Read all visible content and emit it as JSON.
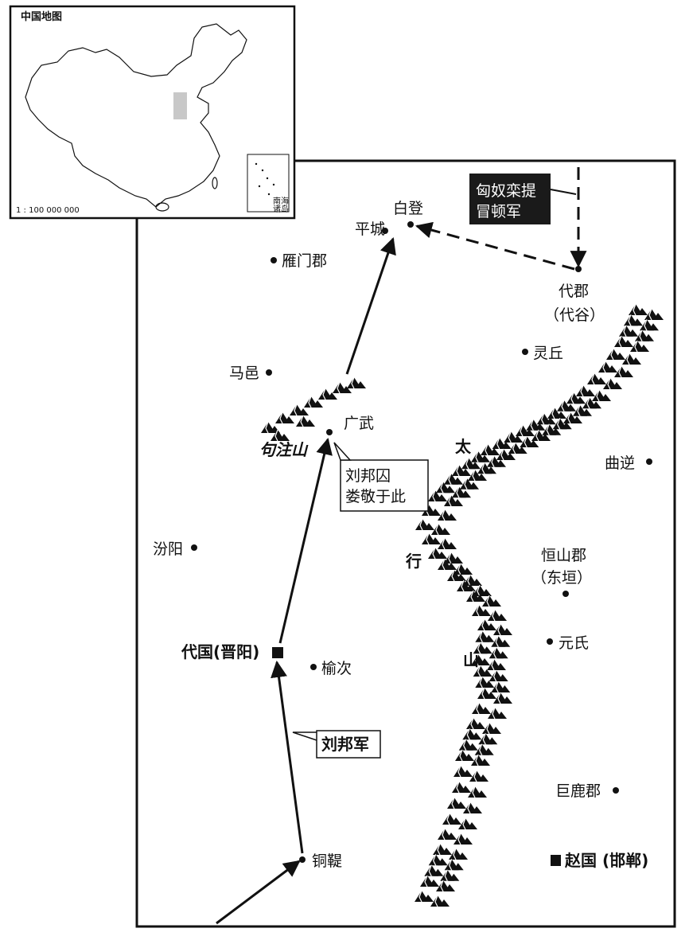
{
  "inset": {
    "title": "中国地图",
    "scale": "1 : 100 000 000",
    "sea_label_1": "南海",
    "sea_label_2": "诸岛"
  },
  "places": {
    "baideng": "白登",
    "pingcheng": "平城",
    "yanmen": "雁门郡",
    "daijun": "代郡",
    "daigu": "（代谷）",
    "lingqiu": "灵丘",
    "mayi": "马邑",
    "guangwu": "广武",
    "quni": "曲逆",
    "fenyang": "汾阳",
    "hengshan_1": "恒山郡",
    "hengshan_2": "（东垣）",
    "yuanshi": "元氏",
    "daiguo": "代国(晋阳)",
    "yuci": "榆次",
    "julu": "巨鹿郡",
    "tongti": "铜鞮",
    "zhaoguo": "赵国 (邯郸)"
  },
  "mountains": {
    "gouzhu": "句注山",
    "taihang_1": "太",
    "taihang_2": "行",
    "taihang_3": "山"
  },
  "callouts": {
    "xiongnu_1": "匈奴栾提",
    "xiongnu_2": "冒顿军",
    "liubang_trapped_1": "刘邦囚",
    "liubang_trapped_2": "娄敬于此",
    "liubang_army": "刘邦军"
  },
  "colors": {
    "ink": "#111111",
    "inset_highlight": "#c8c8c8",
    "callout_fill": "#1a1a1a"
  }
}
